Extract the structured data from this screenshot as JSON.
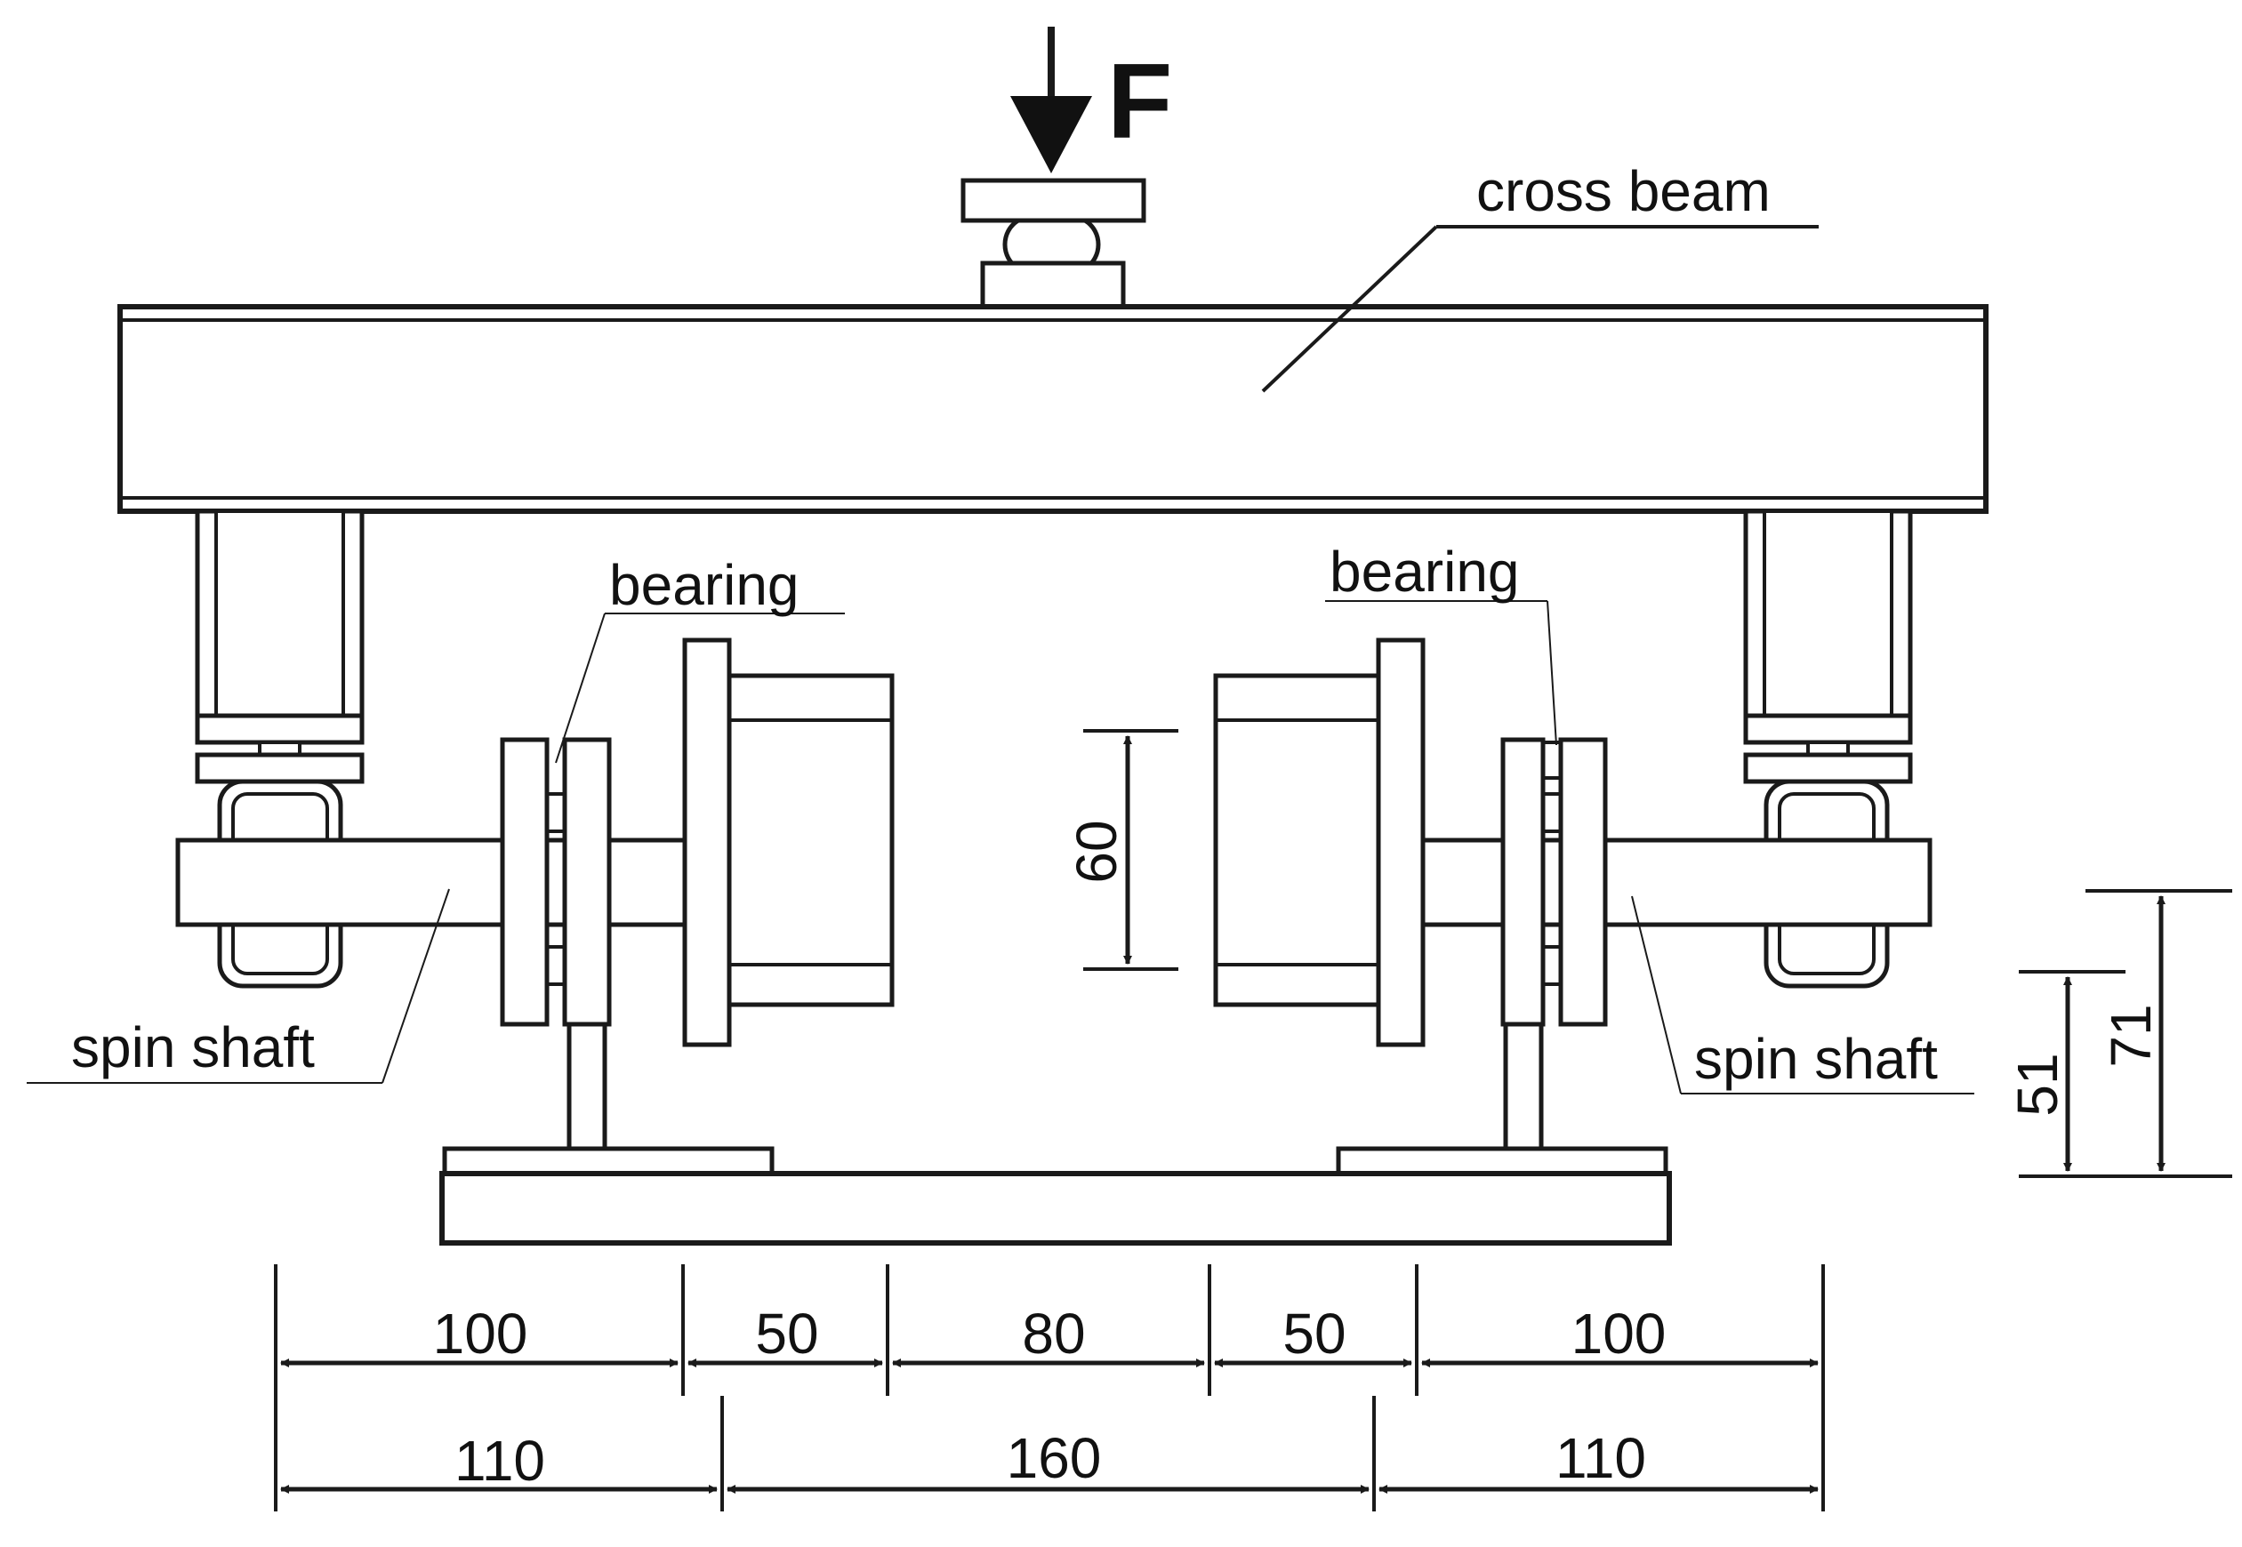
{
  "force_label": "F",
  "labels": {
    "cross_beam": "cross beam",
    "bearing_left": "bearing",
    "bearing_right": "bearing",
    "spin_shaft_left": "spin shaft",
    "spin_shaft_right": "spin shaft"
  },
  "dimensions": {
    "top_row": [
      "100",
      "50",
      "80",
      "50",
      "100"
    ],
    "bottom_row": [
      "110",
      "160",
      "110"
    ],
    "disc_height": "60",
    "shaft_height": "51",
    "beam_support_height": "71"
  },
  "colors": {
    "line": "#1a1a1a",
    "background": "#ffffff"
  }
}
